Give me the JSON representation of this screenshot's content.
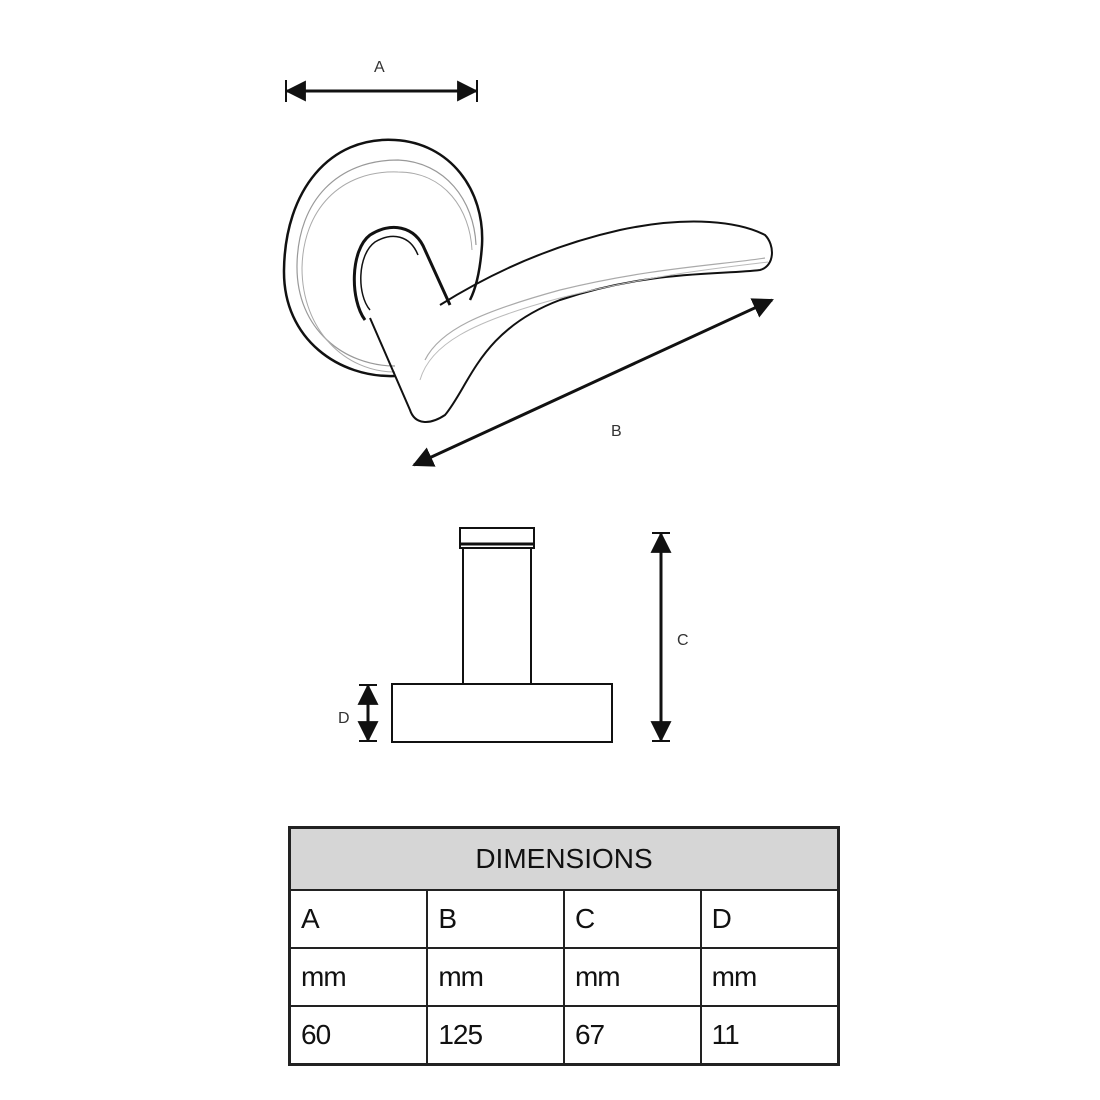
{
  "labels": {
    "a": "A",
    "b": "B",
    "c": "C",
    "d": "D"
  },
  "table": {
    "title": "DIMENSIONS",
    "headers": [
      "A",
      "B",
      "C",
      "D"
    ],
    "units": [
      "mm",
      "mm",
      "mm",
      "mm"
    ],
    "values": [
      "60",
      "125",
      "67",
      "11"
    ]
  }
}
